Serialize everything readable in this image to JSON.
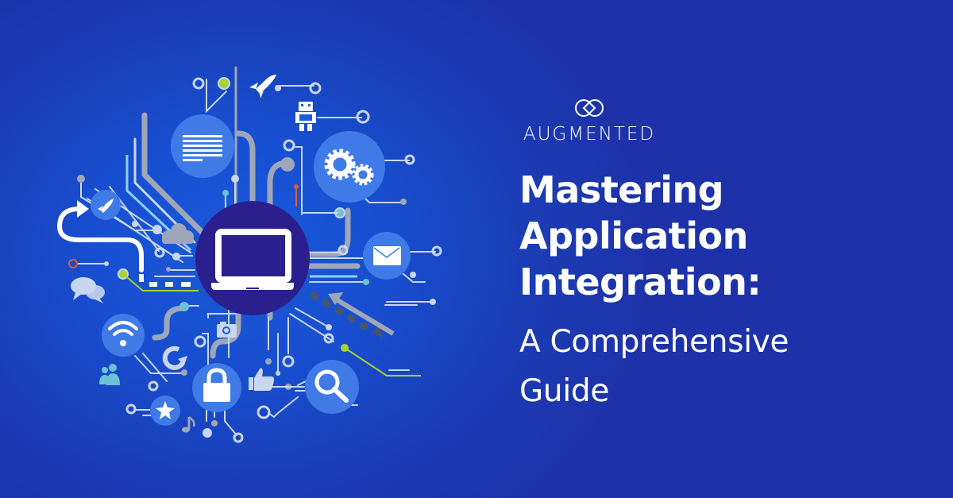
{
  "brand": {
    "name": "AUGMENTED",
    "logo_icon": "interlocking-rings-icon"
  },
  "headline": {
    "line1": "Mastering",
    "line2": "Application",
    "line3": "Integration:"
  },
  "subheadline": {
    "line1": "A Comprehensive",
    "line2": "Guide"
  },
  "illustration": {
    "center_icon": "laptop-icon",
    "icons": [
      "document-icon",
      "rocket-icon",
      "robot-icon",
      "gears-icon",
      "email-icon",
      "search-icon",
      "lock-icon",
      "thumbs-up-icon",
      "camera-icon",
      "refresh-icon",
      "wifi-icon",
      "users-icon",
      "star-icon",
      "music-note-icon",
      "chat-icon",
      "cloud-icon",
      "curved-arrow-icon"
    ]
  },
  "colors": {
    "background": "#1b3fb8",
    "background_glow": "#1a5fe0",
    "center_circle": "#2a1f8c",
    "icon_circle": "#3f7ae6",
    "circuit_light": "#c9d6f0",
    "circuit_grey": "#9ea6b8",
    "accent_green": "#a8d132",
    "accent_red": "#e2553b",
    "accent_teal": "#6cc3d8",
    "text": "#ffffff"
  }
}
